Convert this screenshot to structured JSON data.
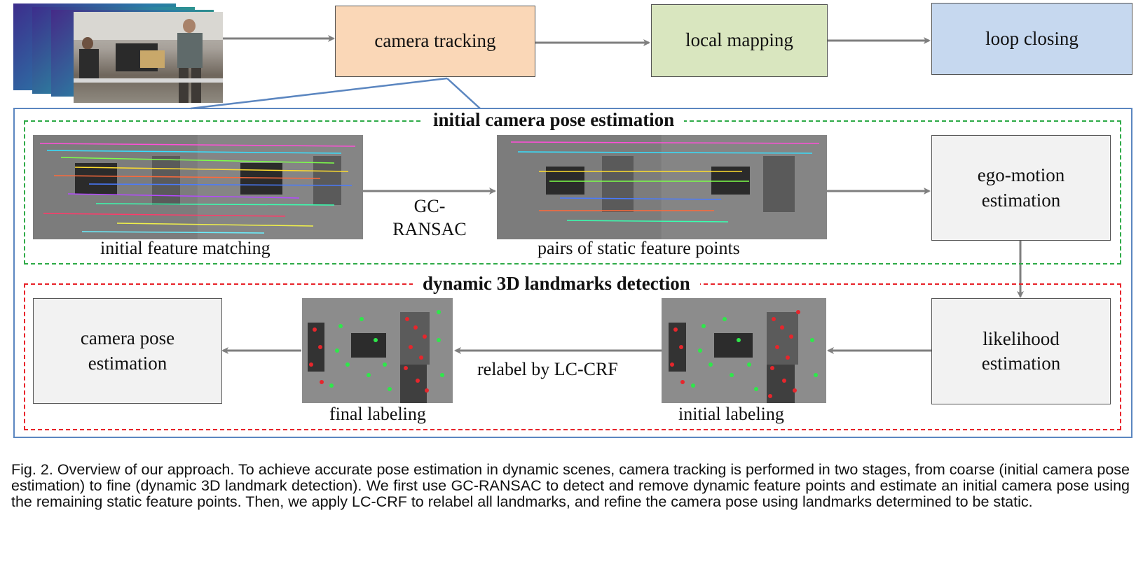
{
  "pipeline": {
    "camera_tracking": "camera tracking",
    "local_mapping": "local mapping",
    "loop_closing": "loop closing"
  },
  "stage1": {
    "title": "initial camera pose estimation",
    "initial_feature_matching": "initial feature matching",
    "method_line1": "GC-",
    "method_line2": "RANSAC",
    "pairs_static": "pairs of static feature points",
    "ego_motion_line1": "ego-motion",
    "ego_motion_line2": "estimation"
  },
  "stage2": {
    "title": "dynamic 3D landmarks detection",
    "likelihood_line1": "likelihood",
    "likelihood_line2": "estimation",
    "initial_labeling": "initial labeling",
    "relabel": "relabel by LC-CRF",
    "final_labeling": "final labeling",
    "camera_pose_line1": "camera pose",
    "camera_pose_line2": "estimation"
  },
  "caption": "Fig. 2. Overview of our approach. To achieve accurate pose estimation in dynamic scenes, camera tracking is performed in two stages, from coarse (initial camera pose estimation) to fine (dynamic 3D landmark detection). We first use GC-RANSAC to detect and remove dynamic feature points and estimate an initial camera pose using the remaining static feature points. Then, we apply LC-CRF to relabel all landmarks, and refine the camera pose using landmarks determined to be static.",
  "colors": {
    "tracking": "#fad7b7",
    "mapping": "#d9e6bf",
    "closing": "#c6d8ef",
    "stage1_border": "#2eaa47",
    "stage2_border": "#e8232a",
    "outer_border": "#5b86c0",
    "arrow": "#7f7f7f"
  }
}
